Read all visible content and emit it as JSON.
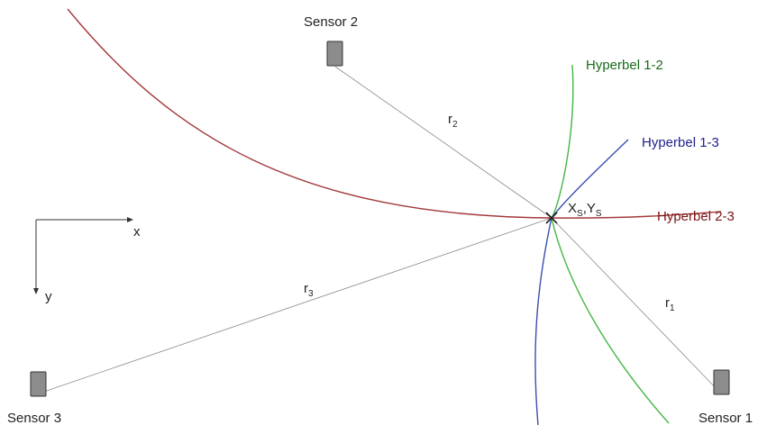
{
  "sensors": [
    {
      "id": "sensor-1",
      "label": "Sensor 1"
    },
    {
      "id": "sensor-2",
      "label": "Sensor 2"
    },
    {
      "id": "sensor-3",
      "label": "Sensor 3"
    }
  ],
  "ranges": {
    "r1": {
      "base": "r",
      "sub": "1"
    },
    "r2": {
      "base": "r",
      "sub": "2"
    },
    "r3": {
      "base": "r",
      "sub": "3"
    }
  },
  "hyperbolas": [
    {
      "label": "Hyperbel 1-2",
      "color": "#1a6b1a"
    },
    {
      "label": "Hyperbel 1-3",
      "color": "#1f1f8f"
    },
    {
      "label": "Hyperbel 2-3",
      "color": "#7a1515"
    }
  ],
  "curve_colors": {
    "h12": "#44b544",
    "h13": "#3a4fb0",
    "h23": "#a33a3a"
  },
  "source": {
    "x_base": "X",
    "x_sub": "S",
    "sep": ",",
    "y_base": "Y",
    "y_sub": "S"
  },
  "axes": {
    "x": "x",
    "y": "y"
  },
  "colors": {
    "sensor_fill": "#8c8c8c",
    "sensor_stroke": "#333333",
    "line": "#8a8a8a",
    "axis": "#333333"
  }
}
